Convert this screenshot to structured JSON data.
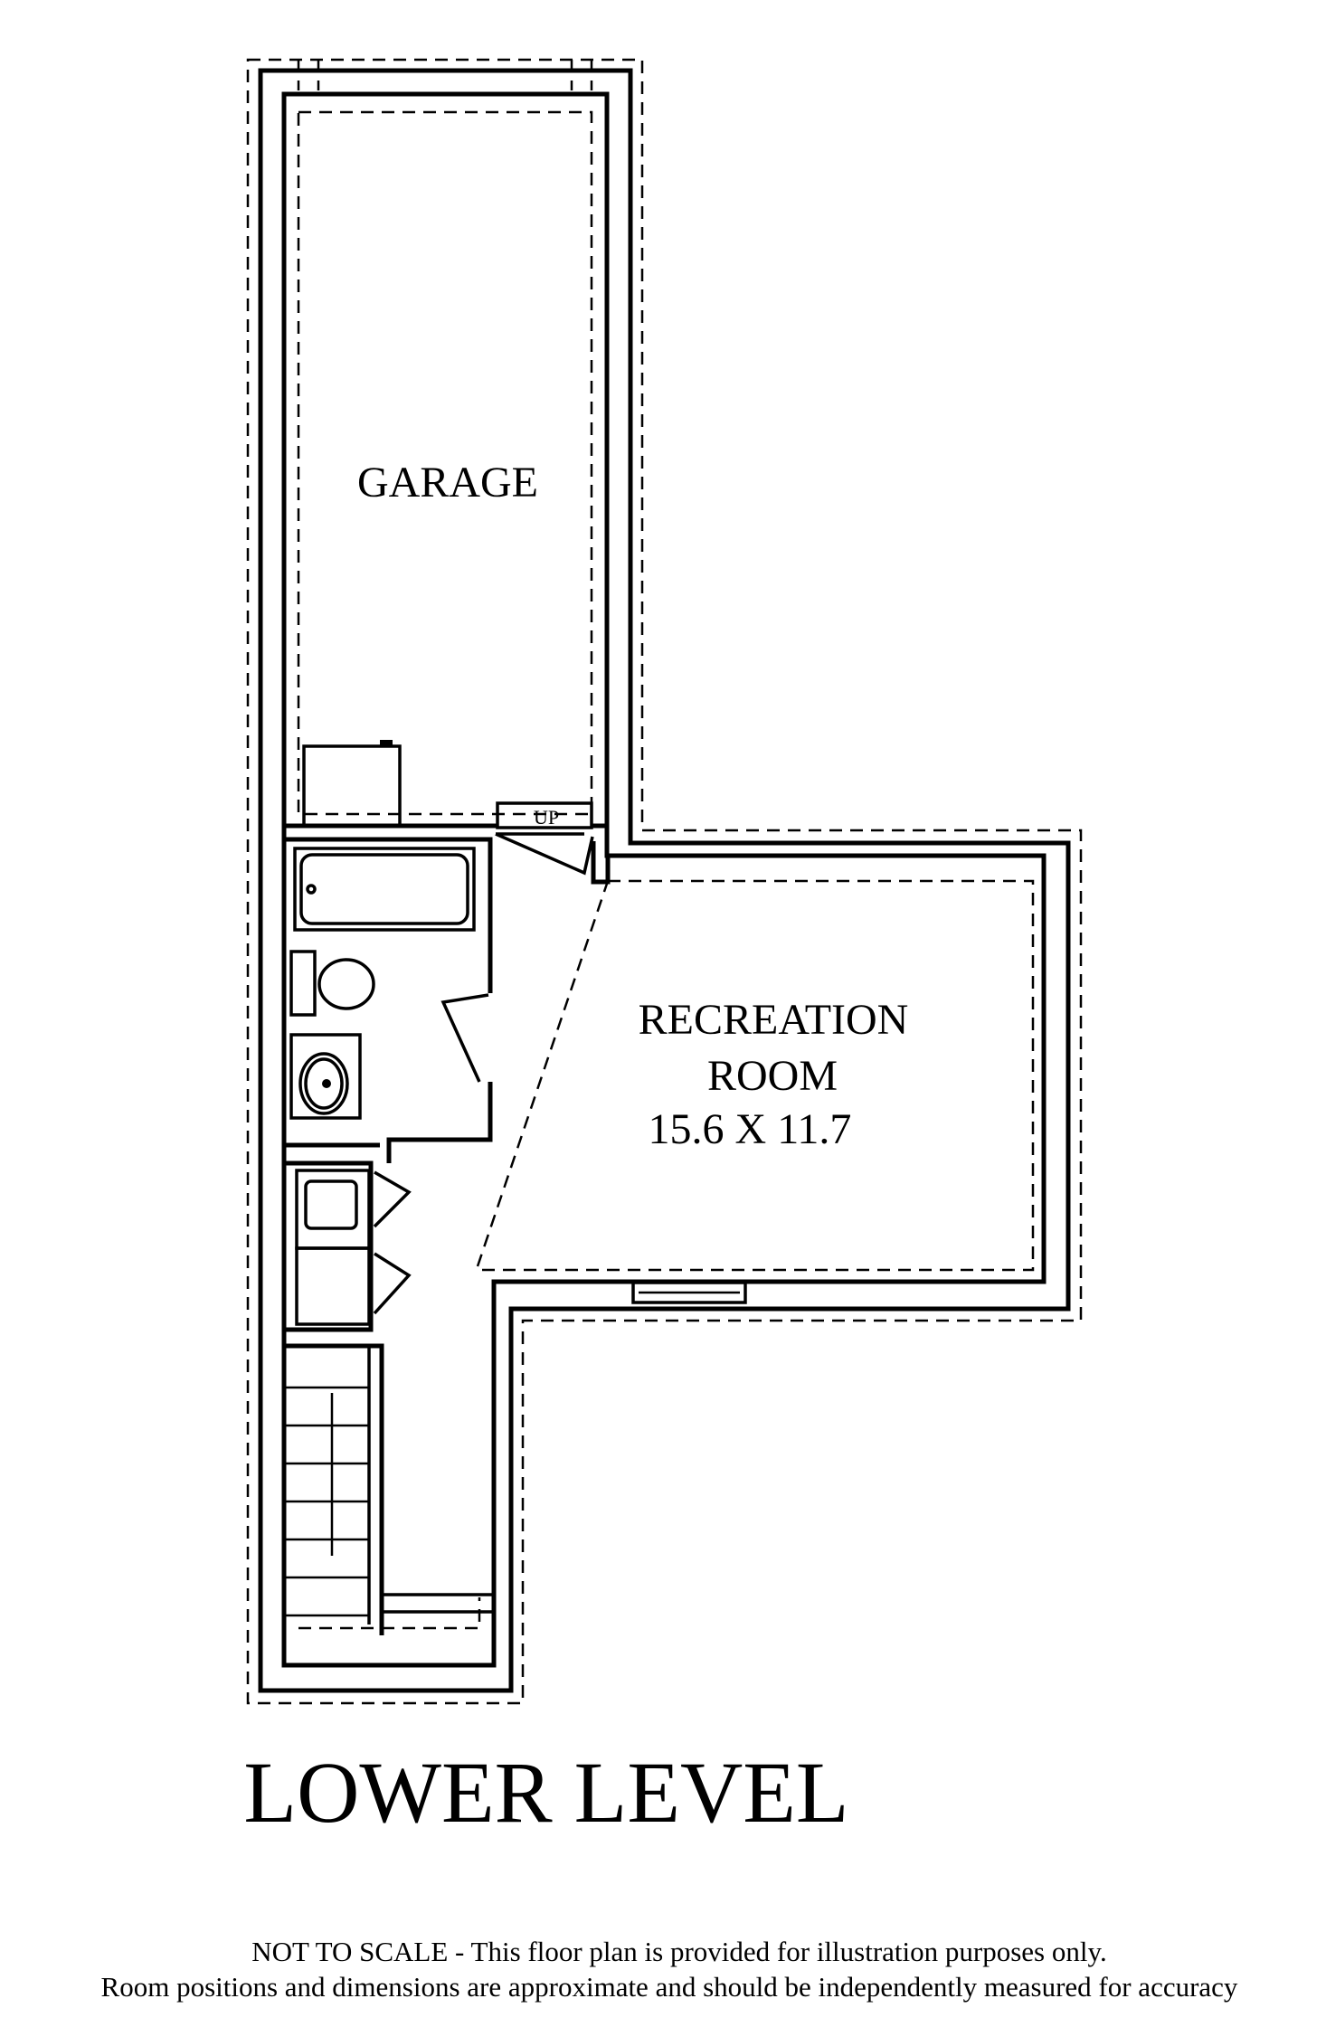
{
  "plan": {
    "level_title": "LOWER LEVEL",
    "rooms": {
      "garage": {
        "name": "GARAGE"
      },
      "recreation": {
        "name_line1": "RECREATION",
        "name_line2": "ROOM",
        "dimensions": "15.6 X 11.7"
      }
    },
    "stair_label": "UP",
    "disclaimer_line1": "NOT TO SCALE - This floor plan is provided for illustration purposes only.",
    "disclaimer_line2": "Room positions and dimensions are approximate and should be independently measured for accuracy"
  }
}
